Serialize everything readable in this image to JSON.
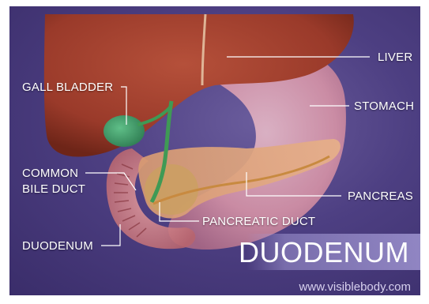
{
  "labels": {
    "liver": "LIVER",
    "gall_bladder": "GALL BLADDER",
    "stomach": "STOMACH",
    "common_bile_duct_line1": "COMMON",
    "common_bile_duct_line2": "BILE DUCT",
    "pancreas": "PANCREAS",
    "pancreatic_duct": "PANCREATIC DUCT",
    "duodenum": "DUODENUM"
  },
  "title": "DUODENUM",
  "source": "www.visiblebody.com",
  "colors": {
    "background": "#4d3f82",
    "liver": "#a8412e",
    "stomach": "#e6a4b1",
    "pancreas": "#e0a07a",
    "gall_bladder": "#3f9a6a",
    "duodenum": "#d98a8e",
    "label_text": "#ffffff"
  }
}
